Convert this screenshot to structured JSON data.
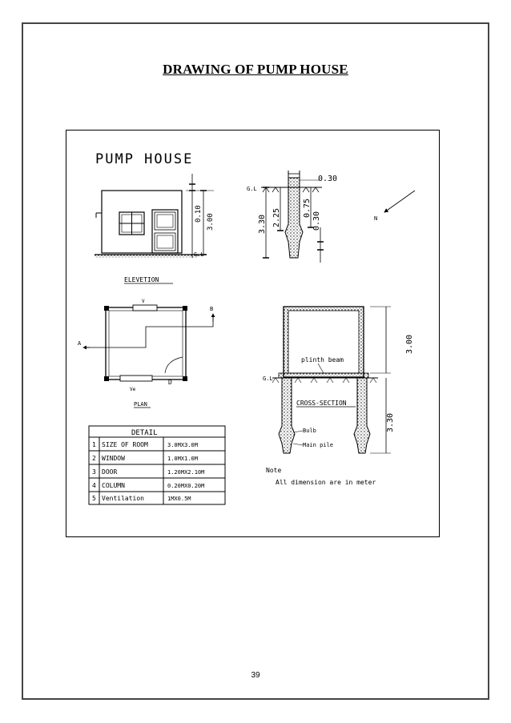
{
  "page": {
    "title": "DRAWING OF PUMP HOUSE",
    "page_number": "39"
  },
  "drawing": {
    "heading": "PUMP HOUSE",
    "elevation": {
      "label": "ELEVETION",
      "dim_top": "0.10",
      "dim_height": "3.00",
      "gl": "G.L"
    },
    "pile_section": {
      "gl": "G.L",
      "dim_width": "0.30",
      "dim_total": "3.30",
      "dim_shaft": "2.25",
      "dim_upper": "0.75",
      "dim_lower": "0.30"
    },
    "north": "N",
    "plan": {
      "label": "PLAN",
      "mark_a": "A",
      "mark_b": "B",
      "mark_d": "D",
      "mark_v_top": "V",
      "mark_v_bottom": "Ve"
    },
    "cross_section": {
      "label": "CROSS-SECTION",
      "plinth": "plinth beam",
      "gl": "G.L",
      "bulb": "Bulb",
      "main_pile": "Main pile",
      "dim_upper": "3.00",
      "dim_lower": "3.30"
    },
    "detail": {
      "title": "DETAIL",
      "rows": [
        {
          "no": "1",
          "item": "SIZE OF ROOM",
          "value": "3.0MX3.0M"
        },
        {
          "no": "2",
          "item": "WINDOW",
          "value": "1.0MX1.0M"
        },
        {
          "no": "3",
          "item": "DOOR",
          "value": "1.20MX2.10M"
        },
        {
          "no": "4",
          "item": "COLUMN",
          "value": "0.20MX0.20M"
        },
        {
          "no": "5",
          "item": "Ventilation",
          "value": "1MX0.5M"
        }
      ]
    },
    "note": {
      "heading": "Note",
      "text": "All dimension are in meter"
    }
  }
}
